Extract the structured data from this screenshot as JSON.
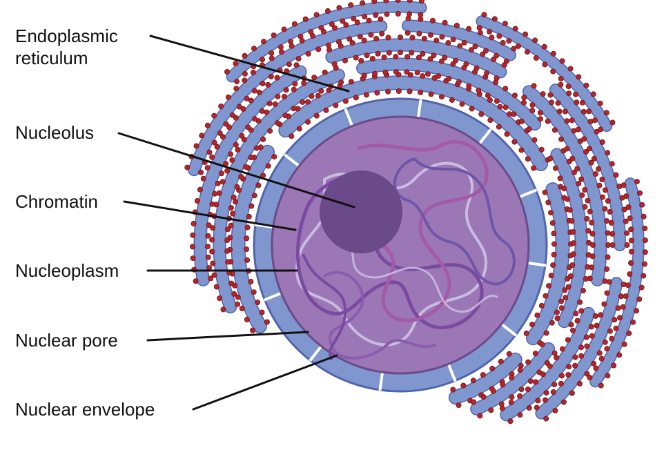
{
  "labels": {
    "er_line1": "Endoplasmic",
    "er_line2": "reticulum",
    "nucleolus": "Nucleolus",
    "chromatin": "Chromatin",
    "nucleoplasm": "Nucleoplasm",
    "nuclear_pore": "Nuclear pore",
    "nuclear_envelope": "Nuclear envelope"
  },
  "colors": {
    "er_fill": "#8096cf",
    "er_stroke": "#4f64ad",
    "ribosome": "#b3262c",
    "nucleoplasm": "#9b77b6",
    "nucleolus": "#6a4a88",
    "chromatin_a": "#7a4aa0",
    "chromatin_b": "#a35aa8",
    "chromatin_light": "#cfc3e6"
  }
}
